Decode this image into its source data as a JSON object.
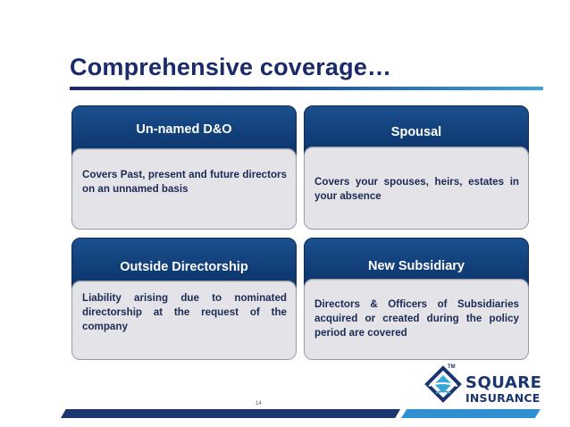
{
  "slide": {
    "title": "Comprehensive coverage…",
    "page_number": "14"
  },
  "cards": [
    {
      "heading": "Un-named D&O",
      "text": "Covers Past, present and future directors on an unnamed basis"
    },
    {
      "heading": "Spousal",
      "text": "Covers your spouses, heirs, estates in your absence"
    },
    {
      "heading": "Outside Directorship",
      "text": "Liability arising due to nominated directorship at the request of the company"
    },
    {
      "heading": "New Subsidiary",
      "text": "Directors & Officers of Subsidiaries acquired or created during the policy period are covered"
    }
  ],
  "logo": {
    "word": "SQUARE",
    "sub": "INSURANCE",
    "tm": "TM",
    "colors": {
      "primary": "#1b3570",
      "accent": "#3aa6d8"
    }
  },
  "colors": {
    "title": "#1b2a6b",
    "header_fill": "#0f3a72",
    "body_fill": "#e4e4e8",
    "bar_dark": "#1b3570",
    "bar_light": "#2f8fd0"
  }
}
